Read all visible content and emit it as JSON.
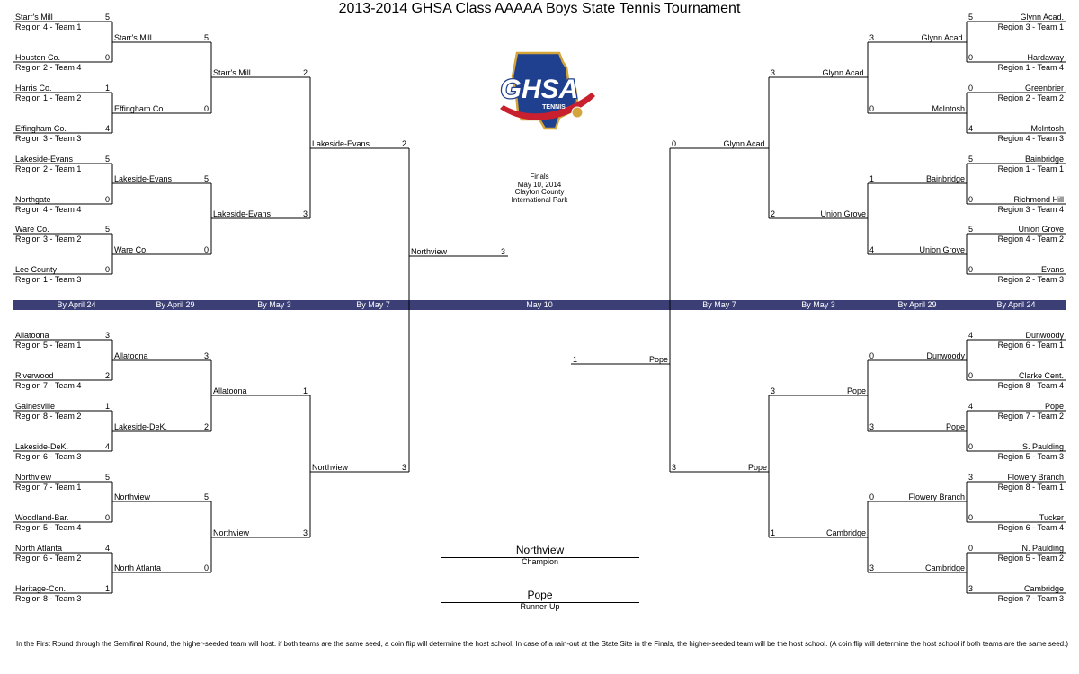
{
  "title": "2013-2014 GHSA Class AAAAA Boys State Tennis Tournament",
  "logo": {
    "text": "GHSA",
    "subtext": "TENNIS"
  },
  "round_dates": [
    "By April 24",
    "By April 29",
    "By May 3",
    "By May 7",
    "May 10",
    "By May 7",
    "By May 3",
    "By April 29",
    "By April 24"
  ],
  "finals_info": [
    "Finals",
    "May 10, 2014",
    "Clayton County",
    "International Park"
  ],
  "champion": {
    "name": "Northview",
    "label": "Champion"
  },
  "runner_up": {
    "name": "Pope",
    "label": "Runner-Up"
  },
  "colors": {
    "band": "#3b3f76",
    "logo_blue": "#1f3f8f",
    "logo_red": "#c8202e",
    "logo_gold": "#d3a53a"
  },
  "footer": "In the First Round through the Semifinal Round, the higher-seeded team will host.  if both teams are the same seed, a coin flip will determine the host school.  In case of a rain-out at the State Site in the Finals, the higher-seeded team will be the host school. (A coin flip will determine the host school if both teams are the same seed.)",
  "r1": [
    {
      "name": "Starr's Mill",
      "seed": "Region 4 - Team 1",
      "score": "5"
    },
    {
      "name": "Houston Co.",
      "seed": "Region 2 - Team 4",
      "score": "0"
    },
    {
      "name": "Harris Co.",
      "seed": "Region 1 - Team 2",
      "score": "1"
    },
    {
      "name": "Effingham Co.",
      "seed": "Region 3 - Team 3",
      "score": "4"
    },
    {
      "name": "Lakeside-Evans",
      "seed": "Region 2 - Team 1",
      "score": "5"
    },
    {
      "name": "Northgate",
      "seed": "Region 4 - Team 4",
      "score": "0"
    },
    {
      "name": "Ware Co.",
      "seed": "Region 3 - Team 2",
      "score": "5"
    },
    {
      "name": "Lee County",
      "seed": "Region 1 - Team 3",
      "score": "0"
    },
    {
      "name": "Allatoona",
      "seed": "Region 5 - Team 1",
      "score": "3"
    },
    {
      "name": "Riverwood",
      "seed": "Region 7 - Team 4",
      "score": "2"
    },
    {
      "name": "Gainesville",
      "seed": "Region 8 - Team 2",
      "score": "1"
    },
    {
      "name": "Lakeside-DeK.",
      "seed": "Region 6 - Team 3",
      "score": "4"
    },
    {
      "name": "Northview",
      "seed": "Region 7 - Team 1",
      "score": "5"
    },
    {
      "name": "Woodland-Bar.",
      "seed": "Region 5 - Team 4",
      "score": "0"
    },
    {
      "name": "North Atlanta",
      "seed": "Region 6 - Team 2",
      "score": "4"
    },
    {
      "name": "Heritage-Con.",
      "seed": "Region 8 - Team 3",
      "score": "1"
    },
    {
      "name": "Glynn Acad.",
      "seed": "Region 3 - Team 1",
      "score": "5"
    },
    {
      "name": "Hardaway",
      "seed": "Region 1 - Team 4",
      "score": "0"
    },
    {
      "name": "Greenbrier",
      "seed": "Region 2 - Team 2",
      "score": "0"
    },
    {
      "name": "McIntosh",
      "seed": "Region 4 - Team 3",
      "score": "4"
    },
    {
      "name": "Bainbridge",
      "seed": "Region 1 - Team 1",
      "score": "5"
    },
    {
      "name": "Richmond Hill",
      "seed": "Region 3 - Team 4",
      "score": "0"
    },
    {
      "name": "Union Grove",
      "seed": "Region 4 - Team 2",
      "score": "5"
    },
    {
      "name": "Evans",
      "seed": "Region 2 - Team 3",
      "score": "0"
    },
    {
      "name": "Dunwoody",
      "seed": "Region 6 - Team 1",
      "score": "4"
    },
    {
      "name": "Clarke Cent.",
      "seed": "Region 8 - Team 4",
      "score": "0"
    },
    {
      "name": "Pope",
      "seed": "Region 7 - Team 2",
      "score": "4"
    },
    {
      "name": "S. Paulding",
      "seed": "Region 5 - Team 3",
      "score": "0"
    },
    {
      "name": "Flowery Branch",
      "seed": "Region 8 - Team 1",
      "score": "3"
    },
    {
      "name": "Tucker",
      "seed": "Region 6 - Team 4",
      "score": "0"
    },
    {
      "name": "N. Paulding",
      "seed": "Region 5 - Team 2",
      "score": "0"
    },
    {
      "name": "Cambridge",
      "seed": "Region 7 - Team 3",
      "score": "3"
    }
  ],
  "r2": [
    {
      "name": "Starr's Mill",
      "score": "5"
    },
    {
      "name": "Effingham Co.",
      "score": "0"
    },
    {
      "name": "Lakeside-Evans",
      "score": "5"
    },
    {
      "name": "Ware Co.",
      "score": "0"
    },
    {
      "name": "Allatoona",
      "score": "3"
    },
    {
      "name": "Lakeside-DeK.",
      "score": "2"
    },
    {
      "name": "Northview",
      "score": "5"
    },
    {
      "name": "North Atlanta",
      "score": "0"
    },
    {
      "name": "Glynn Acad.",
      "score": "3"
    },
    {
      "name": "McIntosh",
      "score": "0"
    },
    {
      "name": "Bainbridge",
      "score": "1"
    },
    {
      "name": "Union Grove",
      "score": "4"
    },
    {
      "name": "Dunwoody",
      "score": "0"
    },
    {
      "name": "Pope",
      "score": "3"
    },
    {
      "name": "Flowery Branch",
      "score": "0"
    },
    {
      "name": "Cambridge",
      "score": "3"
    }
  ],
  "r3": [
    {
      "name": "Starr's Mill",
      "score": "2"
    },
    {
      "name": "Lakeside-Evans",
      "score": "3"
    },
    {
      "name": "Allatoona",
      "score": "1"
    },
    {
      "name": "Northview",
      "score": "3"
    },
    {
      "name": "Glynn Acad.",
      "score": "3"
    },
    {
      "name": "Union Grove",
      "score": "2"
    },
    {
      "name": "Pope",
      "score": "3"
    },
    {
      "name": "Cambridge",
      "score": "1"
    }
  ],
  "r4": [
    {
      "name": "Lakeside-Evans",
      "score": "2"
    },
    {
      "name": "Northview",
      "score": "3"
    },
    {
      "name": "Glynn Acad.",
      "score": "0"
    },
    {
      "name": "Pope",
      "score": "3"
    }
  ],
  "final": [
    {
      "name": "Northview",
      "score": "3"
    },
    {
      "name": "Pope",
      "score": "1"
    }
  ]
}
